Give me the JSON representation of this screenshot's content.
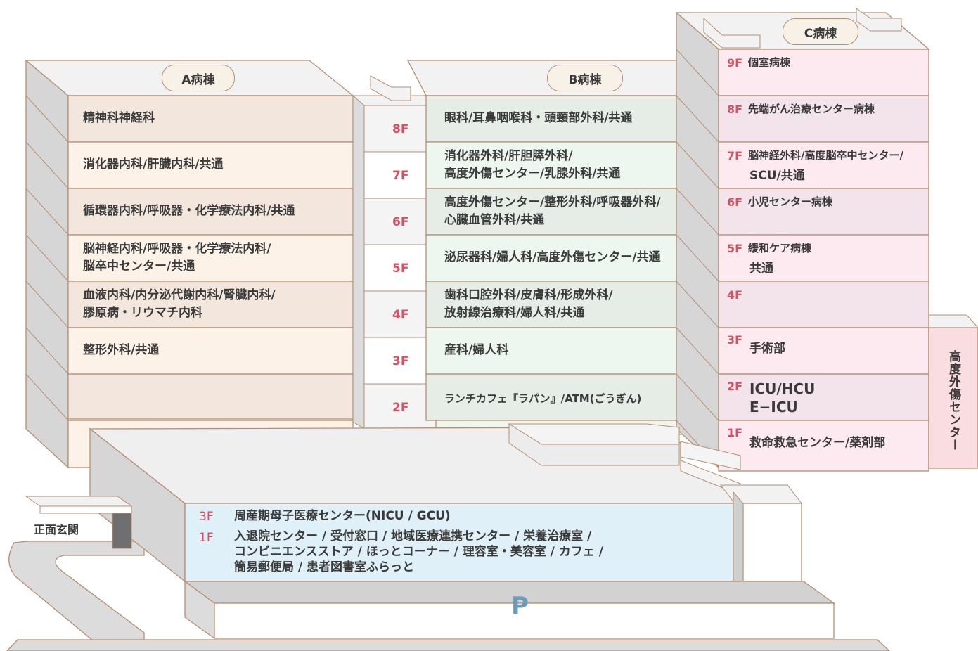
{
  "colors": {
    "floor_number": "#d94f62",
    "a_row_dark": "#f3e7dd",
    "a_row_light": "#fdf2e8",
    "b_row_dark": "#e5ede6",
    "b_row_light": "#eef7ef",
    "c_row_dark": "#f3e3ea",
    "c_row_light": "#fde9f0",
    "annex": "#dff0f8",
    "trauma_side": "#fadde0",
    "parking_mark": "#6d9bb8"
  },
  "buildings": {
    "a": {
      "tag": "A病棟"
    },
    "b": {
      "tag": "B病棟"
    },
    "c": {
      "tag": "C病棟"
    }
  },
  "floors_center": [
    "8F",
    "7F",
    "6F",
    "5F",
    "4F",
    "3F",
    "2F"
  ],
  "a_rows": [
    {
      "text": "精神科神経科"
    },
    {
      "text": "消化器内科/肝臓内科/共通"
    },
    {
      "text": "循環器内科/呼吸器・化学療法内科/共通"
    },
    {
      "text": "脳神経内科/呼吸器・化学療法内科/\n脳卒中センター/共通"
    },
    {
      "text": "血液内科/内分泌代謝内科/腎臓内科/\n膠原病・リウマチ内科"
    },
    {
      "text": "整形外科/共通"
    },
    {
      "text": ""
    }
  ],
  "b_rows": [
    {
      "text": "眼科/耳鼻咽喉科・頭頸部外科/共通"
    },
    {
      "text": "消化器外科/肝胆膵外科/\n高度外傷センター/乳腺外科/共通"
    },
    {
      "text": "高度外傷センター/整形外科/呼吸器外科/\n心臓血管外科/共通"
    },
    {
      "text": "泌尿器科/婦人科/高度外傷センター/共通"
    },
    {
      "text": "歯科口腔外科/皮膚科/形成外科/\n放射線治療科/婦人科/共通"
    },
    {
      "text": "産科/婦人科"
    },
    {
      "text": "ランチカフェ『ラパン』/ATM(ごうぎん)"
    }
  ],
  "c_rows": [
    {
      "floor": "9F",
      "text": "個室病棟"
    },
    {
      "floor": "8F",
      "text": "先端がん治療センター病棟"
    },
    {
      "floor": "7F",
      "text": "脳神経外科/高度脳卒中センター/",
      "text2": "SCU/共通"
    },
    {
      "floor": "6F",
      "text": "小児センター病棟"
    },
    {
      "floor": "5F",
      "text": "緩和ケア病棟",
      "text2": "共通"
    },
    {
      "floor": "4F",
      "text": ""
    },
    {
      "floor": "3F",
      "text": "手術部"
    },
    {
      "floor": "2F",
      "text": "ICU/HCU\nE−ICU"
    },
    {
      "floor": "1F",
      "text": "救命救急センター/薬剤部"
    }
  ],
  "trauma_center": "高度外傷センター",
  "annex": {
    "floor3": "3F",
    "text3": "周産期母子医療センター(NICU / GCU)",
    "floor1": "1F",
    "text1": "入退院センター / 受付窓口 / 地域医療連携センター / 栄養治療室 /\nコンビニエンスストア / ほっとコーナー / 理容室・美容室 / カフェ /\n簡易郵便局 / 患者図書室ふらっと"
  },
  "entrance": "正面玄関",
  "parking": "P"
}
